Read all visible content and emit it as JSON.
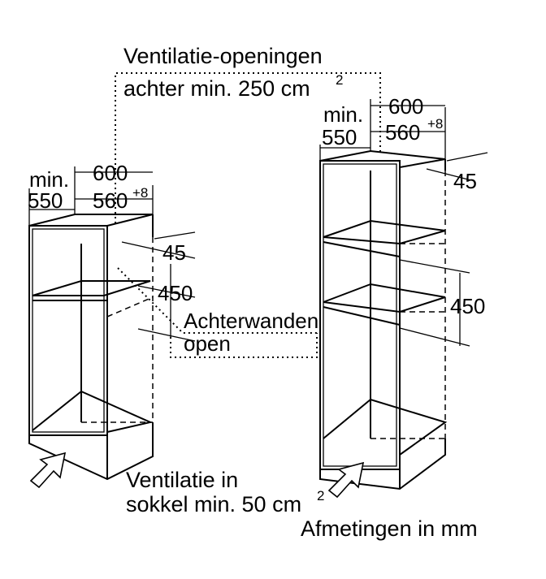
{
  "labels": {
    "vent_top_line1": "Ventilatie-openingen",
    "vent_top_line2": "achter min. 250 cm",
    "vent_top_sup": "2",
    "left_min": "min.",
    "left_550": "550",
    "left_600": "600",
    "left_560": "560",
    "left_560_sup": "+8",
    "left_45": "45",
    "left_450": "450",
    "right_min": "min.",
    "right_550": "550",
    "right_600": "600",
    "right_560": "560",
    "right_560_sup": "+8",
    "right_45": "45",
    "right_450": "450",
    "back_walls_line1": "Achterwanden",
    "back_walls_line2": "open",
    "vent_bottom_line1": "Ventilatie in",
    "vent_bottom_line2": "sokkel min. 50 cm",
    "vent_bottom_sup": "2",
    "units_note": "Afmetingen in mm"
  }
}
